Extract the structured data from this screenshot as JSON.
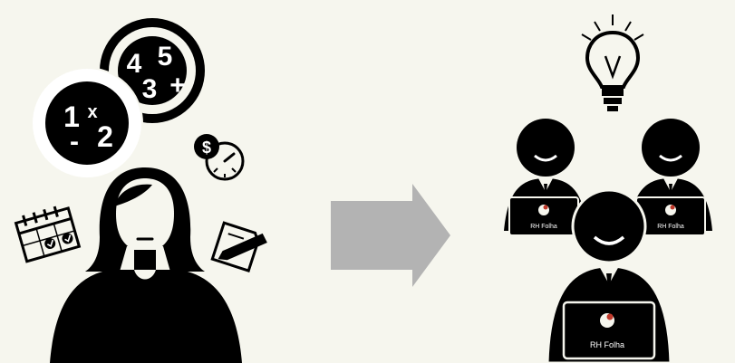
{
  "colors": {
    "background": "#f6f6ee",
    "ink": "#000000",
    "arrow": "#b3b3b3",
    "accent_red": "#c0392b"
  },
  "left_scene": {
    "bubble_back": {
      "digits": [
        "4",
        "5",
        "3",
        "+"
      ]
    },
    "bubble_front": {
      "digits": [
        "1",
        "x",
        "-",
        "2"
      ]
    },
    "icons": [
      "calendar-icon",
      "dollar-clock-icon",
      "edit-document-icon"
    ]
  },
  "center": {
    "icon": "arrow-right-icon"
  },
  "right_scene": {
    "icon": "lightbulb-icon",
    "team": {
      "laptop_brand": "RH Folha"
    }
  }
}
